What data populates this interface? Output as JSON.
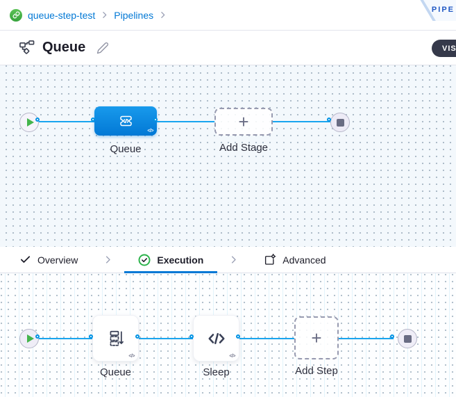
{
  "breadcrumb": {
    "items": [
      {
        "label": "queue-step-test"
      },
      {
        "label": "Pipelines"
      }
    ]
  },
  "ribbon": {
    "label": "PIPE"
  },
  "header": {
    "title": "Queue",
    "mode_toggle_label": "VISU"
  },
  "stage_canvas": {
    "stage_label": "Queue",
    "add_stage_label": "Add Stage",
    "plus": "+",
    "code_badge": "</>"
  },
  "tabs": {
    "overview": "Overview",
    "execution": "Execution",
    "advanced": "Advanced"
  },
  "step_canvas": {
    "steps": [
      {
        "label": "Queue"
      },
      {
        "label": "Sleep"
      }
    ],
    "add_step_label": "Add Step",
    "plus": "+",
    "code_badge": "</>"
  },
  "colors": {
    "primary_blue": "#0278d5",
    "connector_blue": "#18a5ef",
    "stage_blue": "#0b8ce4",
    "success_green": "#2bb34b",
    "play_green": "#44b44c",
    "canvas_top_bg": "#f3f8fc"
  }
}
